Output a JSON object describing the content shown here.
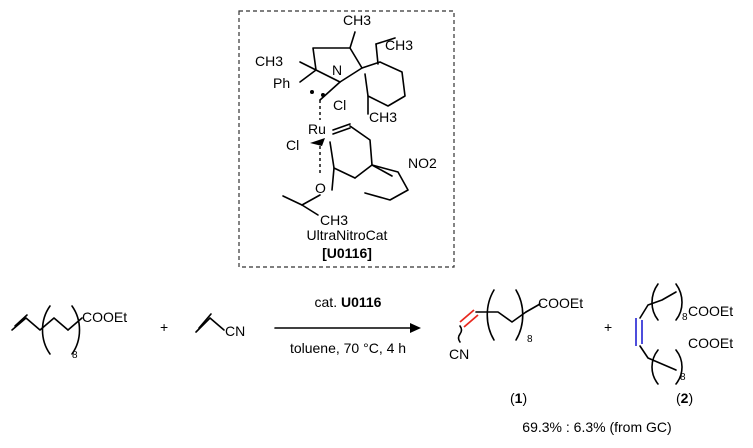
{
  "catalyst": {
    "name": "UltraNitroCat",
    "code": "[U0116]",
    "atoms": {
      "ch3_top": "CH3",
      "ch3_left": "CH3",
      "ph": "Ph",
      "n": "N",
      "ch3_right_top": "CH3",
      "ch3_right_bottom": "CH3",
      "cl_right": "Cl",
      "ru": "Ru",
      "cl_left": "Cl",
      "o": "O",
      "no2": "NO2",
      "ch3_bottom": "CH3"
    }
  },
  "reaction": {
    "reactant1_group": "COOEt",
    "reactant1_index": "8",
    "plus1": "+",
    "reactant2_group": "CN",
    "conditions_above_prefix": "cat. ",
    "conditions_above_code": "U0116",
    "conditions_below": "toluene, 70 °C, 4 h",
    "product1_group": "COOEt",
    "product1_index": "8",
    "product1_cn": "CN",
    "product1_label": "1",
    "plus2": "+",
    "product2_group_top": "COOEt",
    "product2_group_bottom": "COOEt",
    "product2_index_top": "8",
    "product2_index_bottom": "8",
    "product2_label": "2",
    "ratio": "69.3% : 6.3% (from GC)"
  },
  "colors": {
    "red_bond": "#e8281e",
    "blue_bond": "#3a3ad8",
    "ink": "#000000"
  }
}
